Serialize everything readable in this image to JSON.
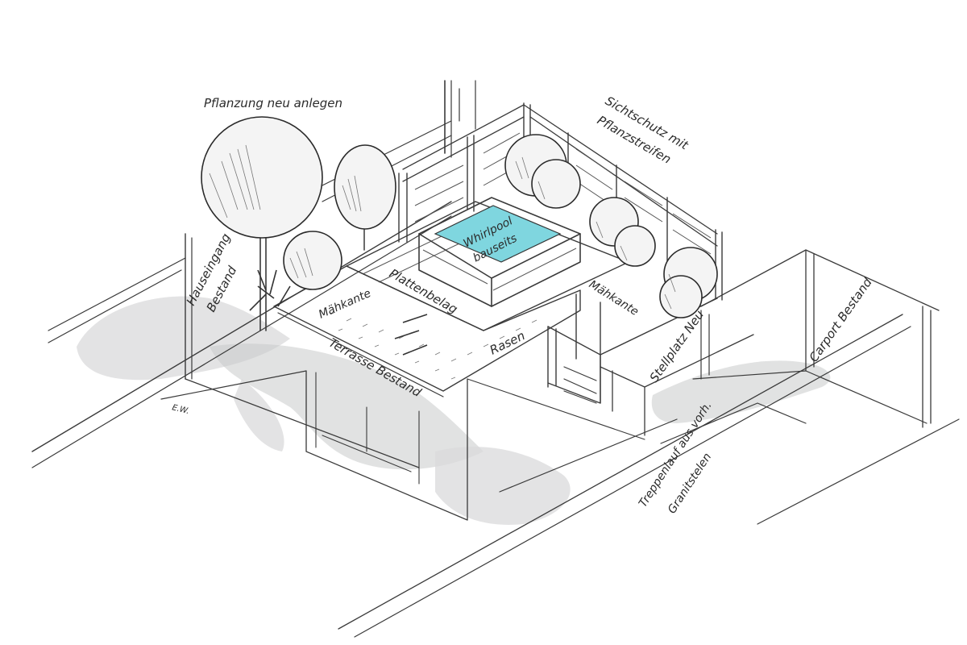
{
  "labels": {
    "pflanzung": "Pflanzung neu anlegen",
    "sichtschutz_1": "Sichtschutz mit",
    "sichtschutz_2": "Pflanzstreifen",
    "whirlpool_1": "Whirlpool",
    "whirlpool_2": "bauseits",
    "hauseingang_1": "Hauseingang",
    "hauseingang_2": "Bestand",
    "maehkante_left": "Mähkante",
    "maehkante_right": "Mähkante",
    "plattenbelag": "Plattenbelag",
    "rasen": "Rasen",
    "terrasse": "Terrasse Bestand",
    "stellplatz": "Stellplatz Neu",
    "carport": "Carport Bestand",
    "treppenlauf_1": "Treppenlauf aus vorh.",
    "treppenlauf_2": "Granitstelen",
    "signature": "E.W."
  },
  "colors": {
    "water": "#7fd6df",
    "line": "#333333",
    "shade": "#d9dadb"
  }
}
